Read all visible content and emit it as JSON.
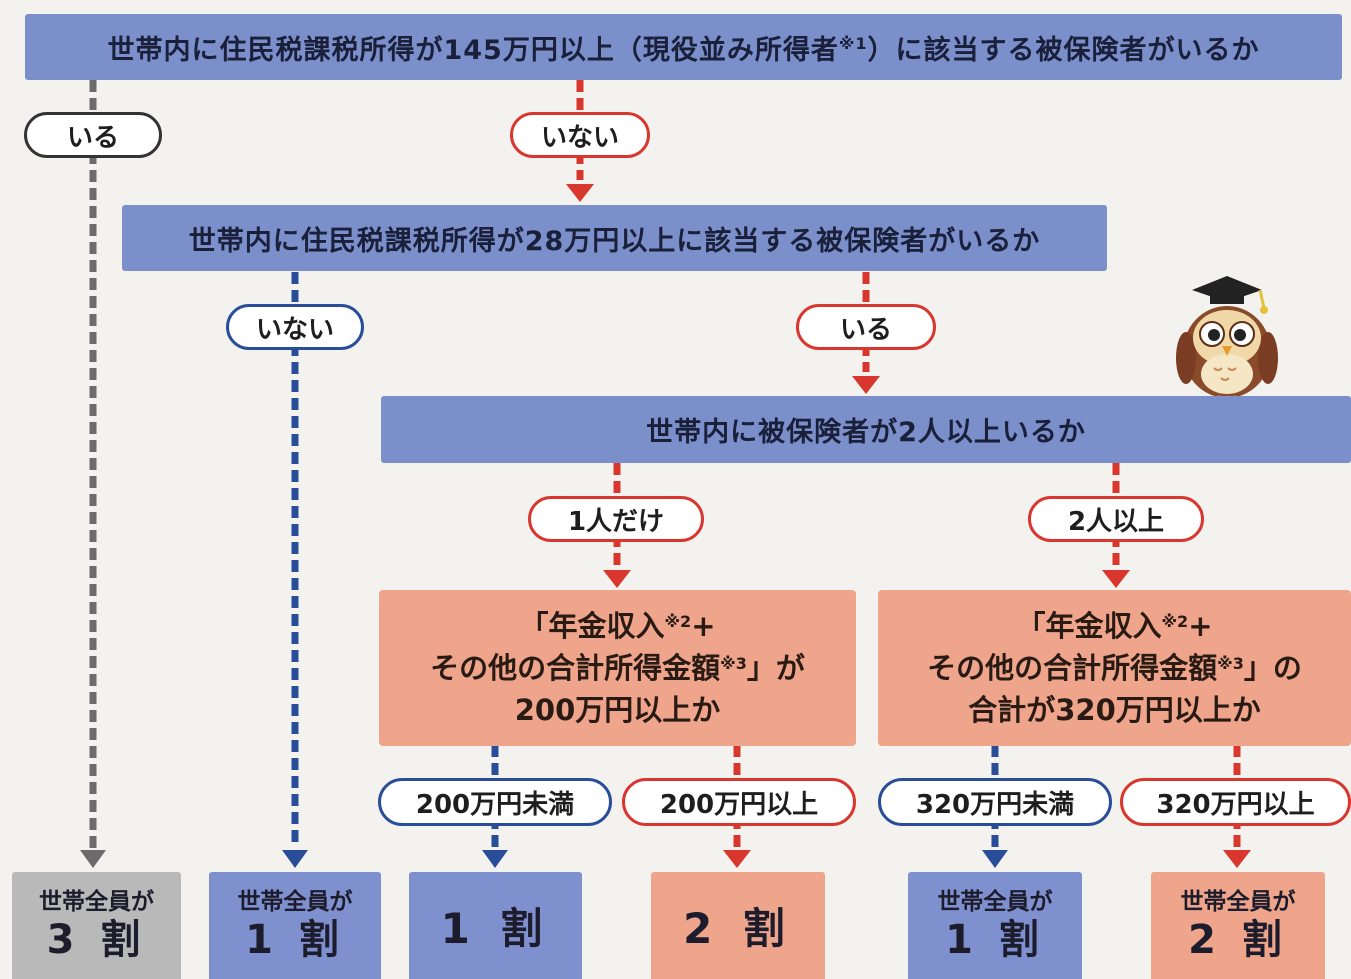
{
  "q1": {
    "text": "世帯内に住民税課税所得が145万円以上（現役並み所得者",
    "note": "※1",
    "tail": "）に該当する被保険者がいるか"
  },
  "q1_yes": "いる",
  "q1_no": "いない",
  "q2": {
    "text": "世帯内に住民税課税所得が28万円以上に該当する被保険者がいるか"
  },
  "q2_no": "いない",
  "q2_yes": "いる",
  "q3": {
    "text": "世帯内に被保険者が2人以上いるか"
  },
  "q3_one": "1人だけ",
  "q3_two": "2人以上",
  "p1": {
    "line1": "「年金収入",
    "note1": "※2",
    "plus": "+",
    "line2": "その他の合計所得金額",
    "note2": "※3",
    "line2_tail": "」が",
    "line3": "200万円以上か"
  },
  "p2": {
    "line1": "「年金収入",
    "note1": "※2",
    "plus": "+",
    "line2": "その他の合計所得金額",
    "note2": "※3",
    "line2_tail": "」の",
    "line3": "合計が320万円以上か"
  },
  "b1_less": "200万円未満",
  "b1_more": "200万円以上",
  "b2_less": "320万円未満",
  "b2_more": "320万円以上",
  "results": [
    {
      "sub": "世帯全員が",
      "main": "3 割"
    },
    {
      "sub": "世帯全員が",
      "main": "1 割"
    },
    {
      "sub": "",
      "main": "1 割"
    },
    {
      "sub": "",
      "main": "2 割"
    },
    {
      "sub": "世帯全員が",
      "main": "1 割"
    },
    {
      "sub": "世帯全員が",
      "main": "2 割"
    }
  ],
  "colors": {
    "question": "#7b8fcb",
    "pension": "#eea58b",
    "red": "#d9362e",
    "blue": "#2a4d9a",
    "gray": "#6b6b6b"
  },
  "mascot": "owl-graduate-icon"
}
